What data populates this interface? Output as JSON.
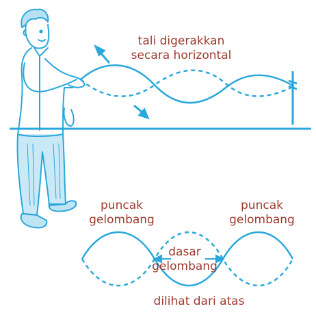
{
  "labels": {
    "rope_motion_line1": "tali digerakkan",
    "rope_motion_line2": "secara horizontal",
    "peak_left_line1": "puncak",
    "peak_left_line2": "gelombang",
    "peak_right_line1": "puncak",
    "peak_right_line2": "gelombang",
    "trough_line1": "dasar",
    "trough_line2": "gelombang",
    "view_caption": "dilihat dari atas"
  },
  "colors": {
    "line": "#2aa8dc",
    "text": "#9b3b2e",
    "background": "#ffffff"
  }
}
